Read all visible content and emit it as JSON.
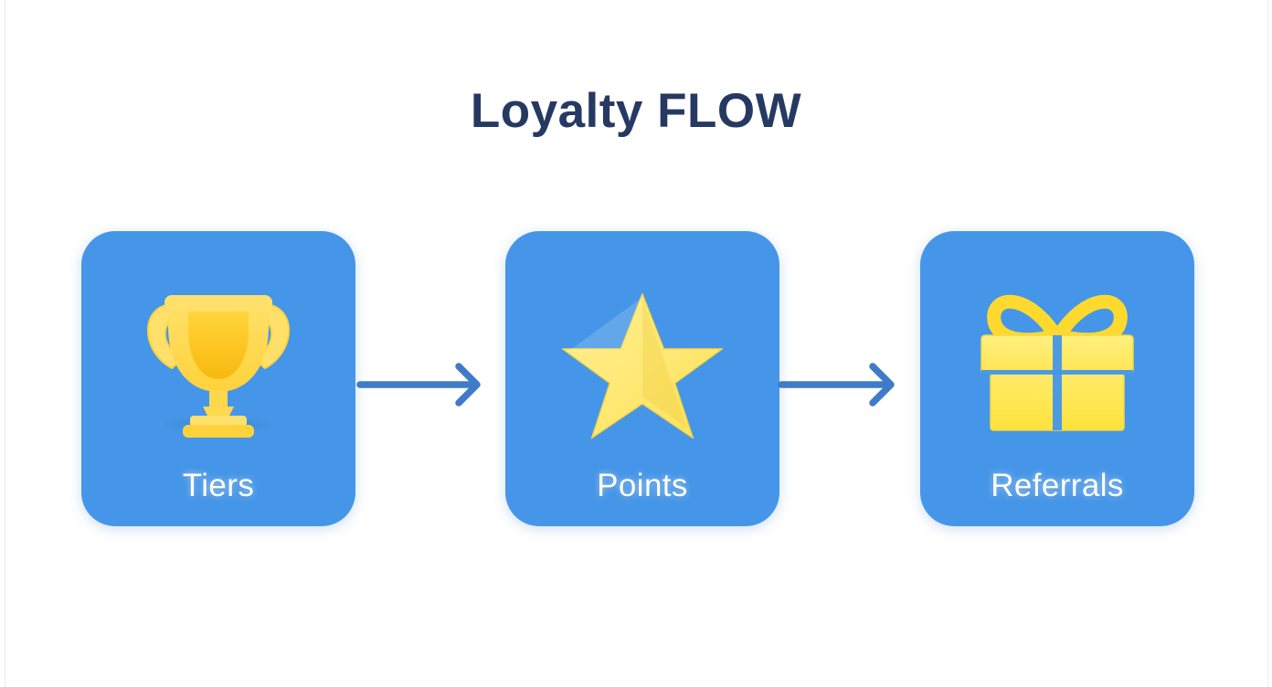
{
  "page": {
    "title": "Loyalty FLOW",
    "background_color": "#ffffff",
    "title_color": "#253962"
  },
  "theme": {
    "card_blue": "#4596e8",
    "icon_gold": "#ffd84d",
    "icon_gold_dark": "#f6c32a",
    "icon_gold_light": "#ffe978",
    "arrow_blue": "#3f7bc8",
    "label_white": "#ffffff"
  },
  "flow": {
    "steps": [
      {
        "id": "tiers",
        "label": "Tiers",
        "icon": "trophy-icon",
        "icon_glyph": "🏆"
      },
      {
        "id": "points",
        "label": "Points",
        "icon": "star-icon",
        "icon_glyph": "⭐"
      },
      {
        "id": "referrals",
        "label": "Referrals",
        "icon": "gift-icon",
        "icon_glyph": "🎁"
      }
    ],
    "connectors": [
      {
        "id": "arrow-tiers-to-points",
        "icon": "arrow-right-icon",
        "from": "tiers",
        "to": "points"
      },
      {
        "id": "arrow-points-to-referrals",
        "icon": "arrow-right-icon",
        "from": "points",
        "to": "referrals"
      }
    ]
  }
}
